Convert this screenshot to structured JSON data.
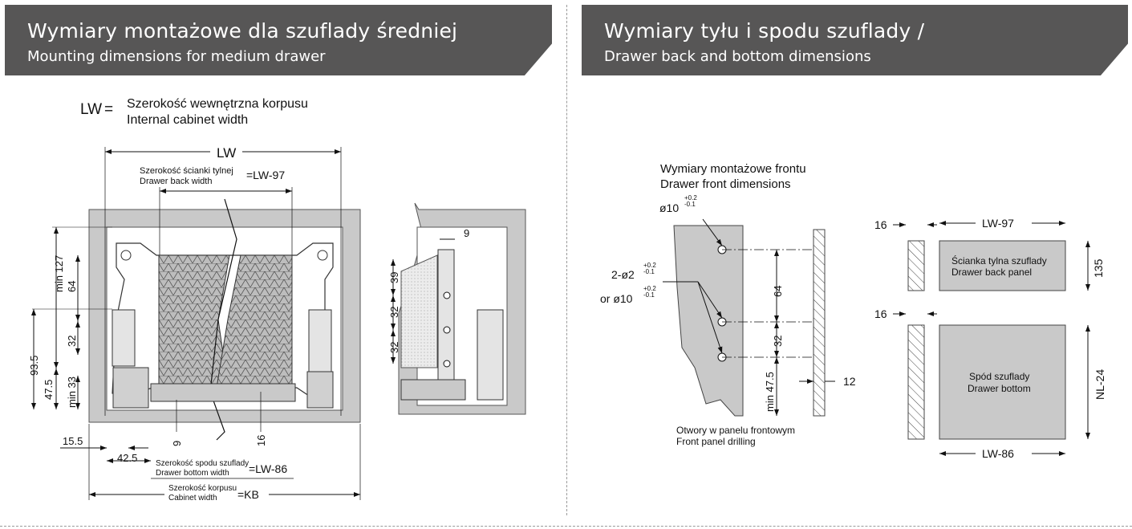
{
  "left_header": {
    "title": "Wymiary montażowe dla szuflady średniej",
    "subtitle": "Mounting dimensions for medium drawer"
  },
  "right_header": {
    "title": "Wymiary tyłu i spodu szuflady /",
    "subtitle": "Drawer back and bottom dimensions"
  },
  "left_diagram": {
    "lw_symbol": "LW",
    "lw_equals": "=",
    "lw_def_pl": "Szerokość wewnętrzna korpusu",
    "lw_def_en": "Internal cabinet width",
    "dim_lw": "LW",
    "back_width_pl": "Szerokość ścianki tylnej",
    "back_width_en": "Drawer back width",
    "back_width_val": "=LW-97",
    "dim_min127": "min 127",
    "dim_64": "64",
    "dim_32": "32",
    "dim_93_5": "93.5",
    "dim_47_5": "47.5",
    "dim_min33": "min 33",
    "dim_15_5": "15.5",
    "dim_42_5": "42.5",
    "dim_9": "9",
    "dim_16": "16",
    "bottom_width_pl": "Szerokość spodu szuflady",
    "bottom_width_en": "Drawer bottom width",
    "bottom_width_val": "=LW-86",
    "cabinet_width_pl": "Szerokość korpusu",
    "cabinet_width_en": "Cabinet width",
    "cabinet_width_val": "=KB",
    "side_dim_9": "9",
    "side_dim_39": "39",
    "side_dim_32a": "32",
    "side_dim_32b": "32"
  },
  "right_diagram": {
    "front_title_pl": "Wymiary montażowe frontu",
    "front_title_en": "Drawer front dimensions",
    "phi10": "ø10",
    "phi10_tol_up": "+0.2",
    "phi10_tol_dn": "-0.1",
    "phi2_label": "2-ø2",
    "phi2_tol_up": "+0.2",
    "phi2_tol_dn": "-0.1",
    "or_phi10": "or  ø10",
    "or_tol_up": "+0.2",
    "or_tol_dn": "-0.1",
    "dim_64": "64",
    "dim_32": "32",
    "dim_min47_5": "min 47.5",
    "dim_12": "12",
    "drilling_pl": "Otwory w panelu frontowym",
    "drilling_en": "Front panel drilling",
    "dim_16a": "16",
    "dim_lw97": "LW-97",
    "dim_135": "135",
    "back_panel_pl": "Ścianka tylna szuflady",
    "back_panel_en": "Drawer back panel",
    "dim_16b": "16",
    "dim_nl24": "NL-24",
    "bottom_pl": "Spód szuflady",
    "bottom_en": "Drawer bottom",
    "dim_lw86": "LW-86"
  }
}
